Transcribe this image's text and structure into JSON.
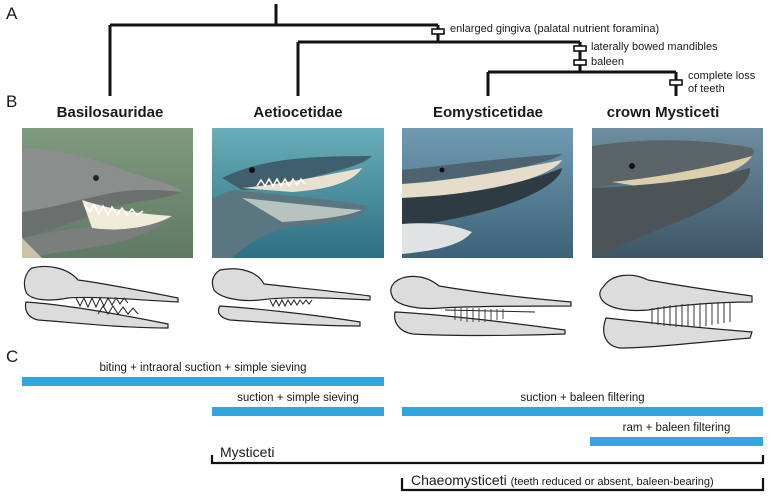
{
  "panels": {
    "a": "A",
    "b": "B",
    "c": "C"
  },
  "taxa": [
    {
      "name": "Basilosauridae"
    },
    {
      "name": "Aetiocetidae"
    },
    {
      "name": "Eomysticetidae"
    },
    {
      "name": "crown Mysticeti"
    }
  ],
  "traits": {
    "t1": "enlarged gingiva (palatal nutrient foramina)",
    "t2": "laterally bowed mandibles",
    "t3": "baleen",
    "t4_line1": "complete loss",
    "t4_line2": "of teeth"
  },
  "feeding_modes": [
    {
      "label": "biting + intraoral suction + simple sieving"
    },
    {
      "label": "suction + simple sieving"
    },
    {
      "label": "suction + baleen filtering"
    },
    {
      "label": "ram + baleen filtering"
    }
  ],
  "clades": {
    "mysticeti": "Mysticeti",
    "chaeomysticeti_name": "Chaeomysticeti",
    "chaeomysticeti_note": "(teeth reduced or absent, baleen-bearing)"
  },
  "colors": {
    "bar": "#2fa7de",
    "tree": "#111111"
  }
}
